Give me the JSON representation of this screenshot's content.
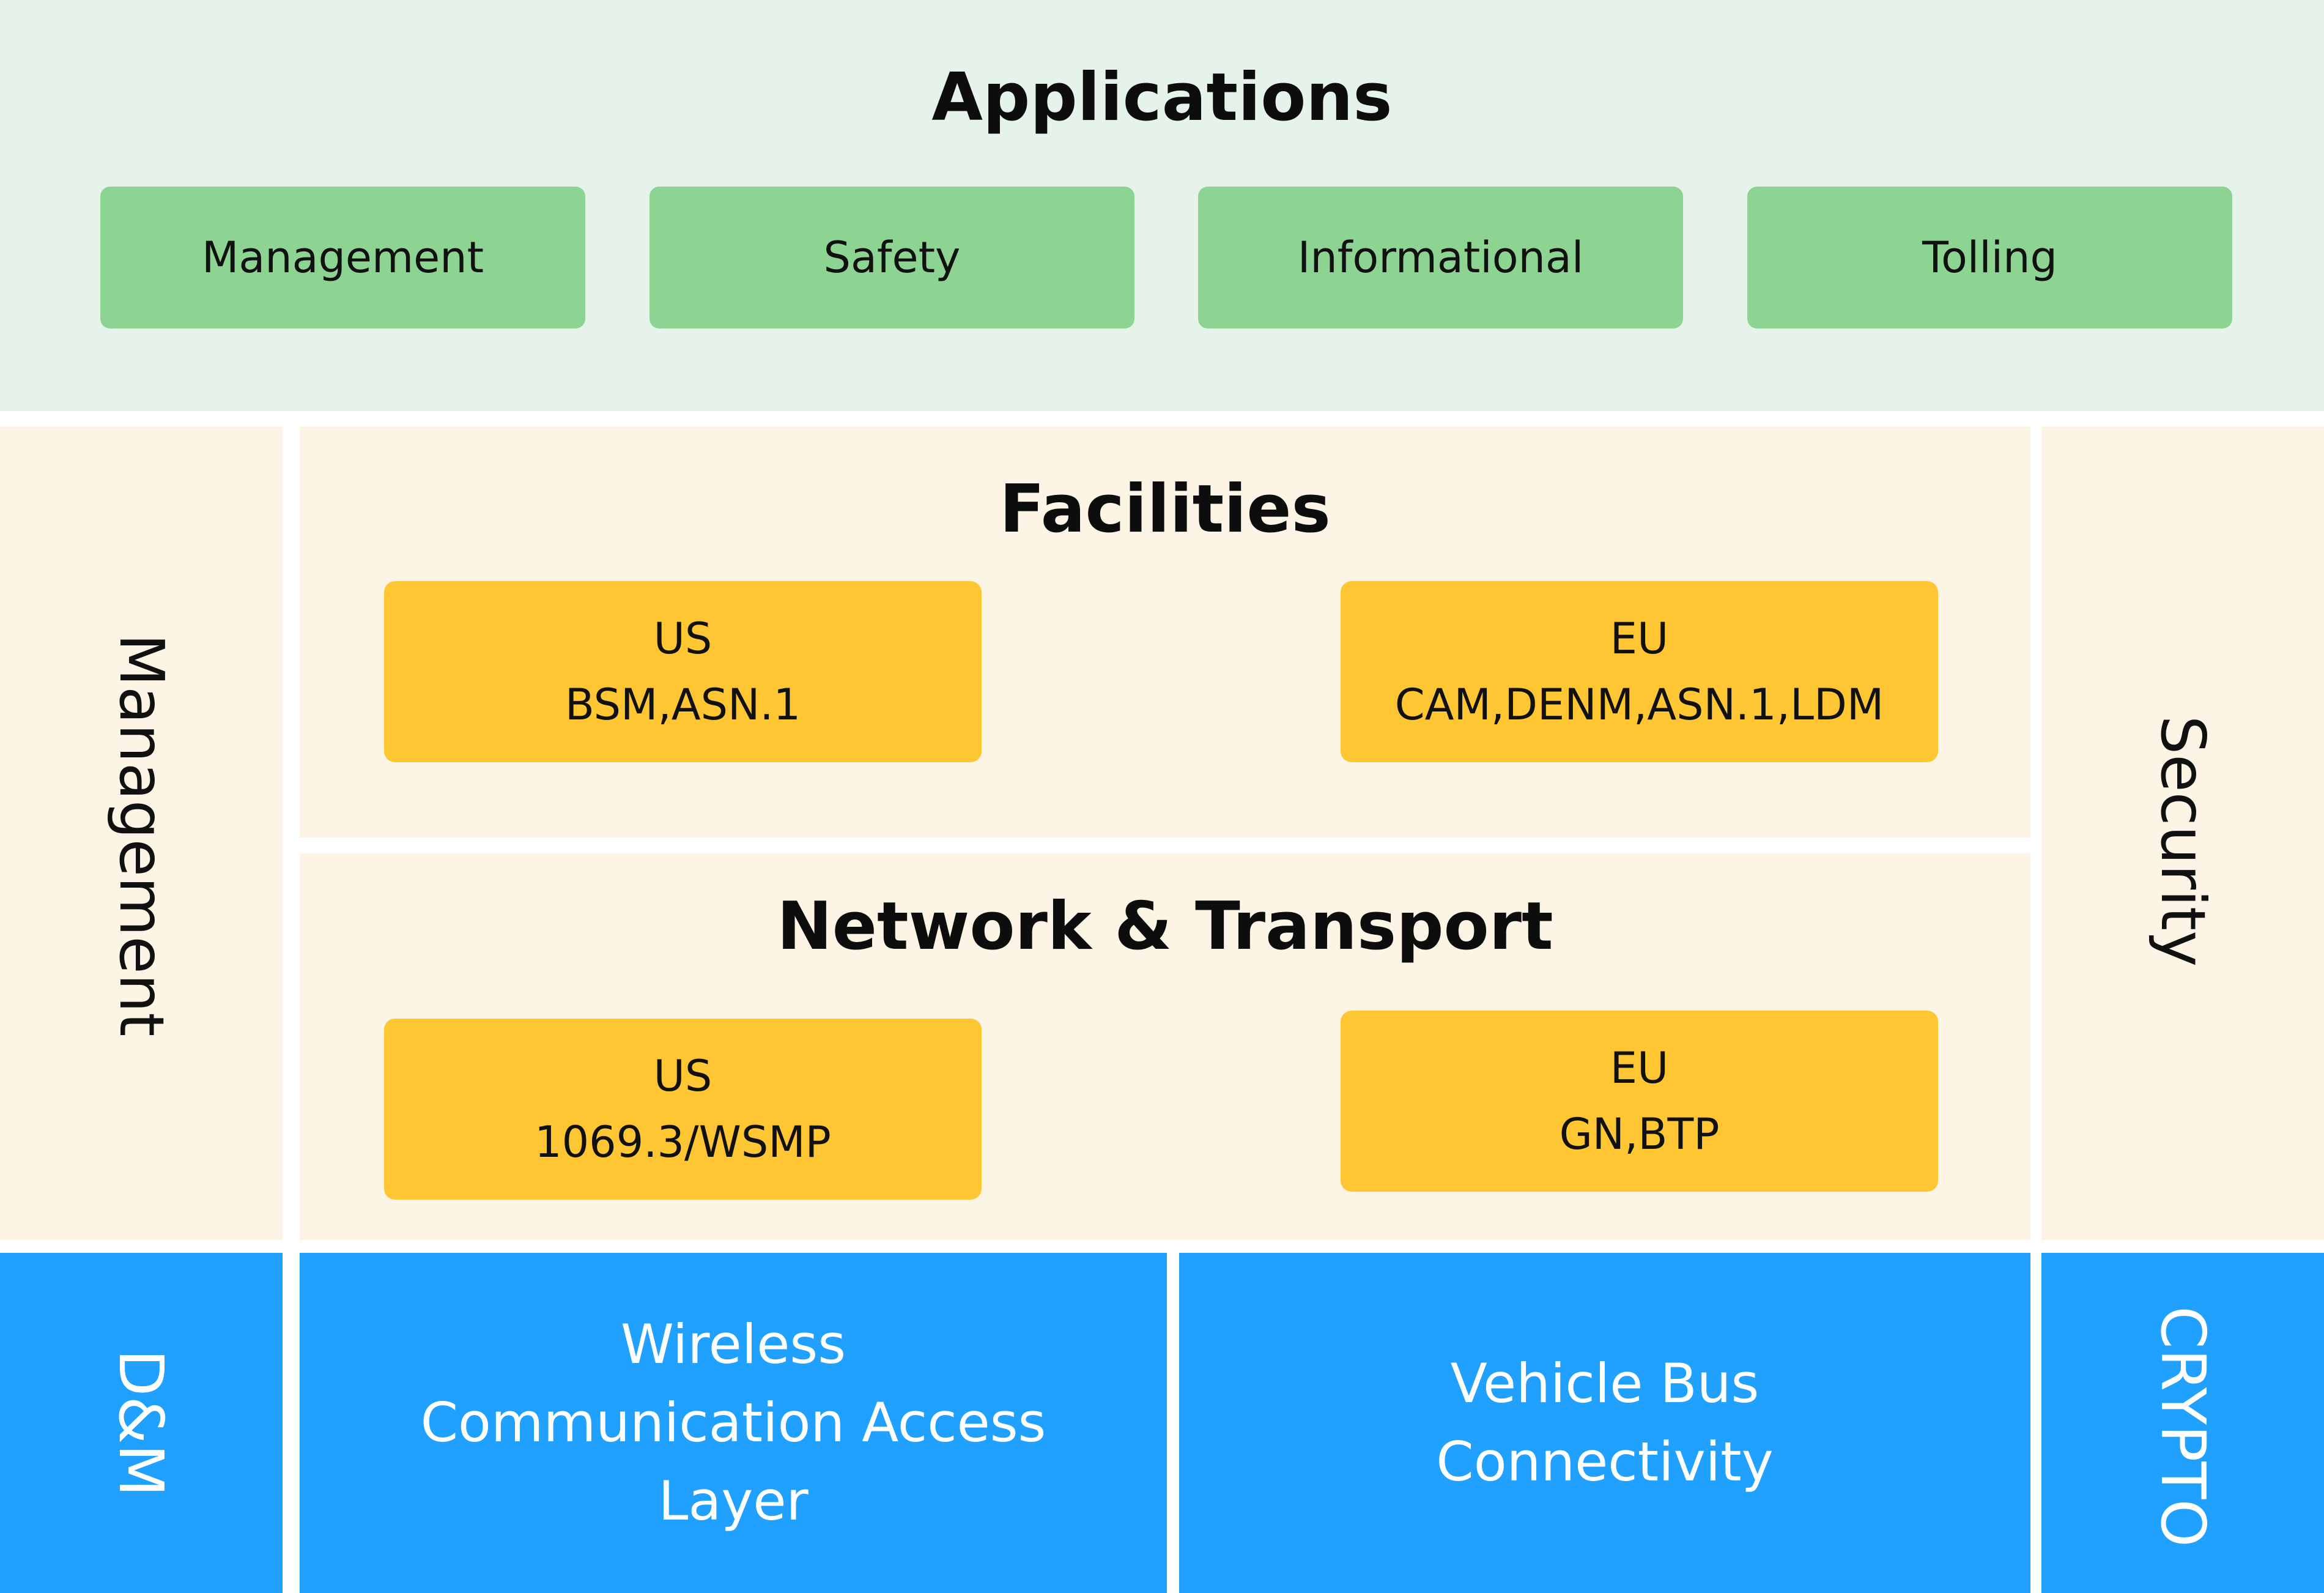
{
  "applications": {
    "title": "Applications",
    "items": [
      {
        "label": "Management"
      },
      {
        "label": "Safety"
      },
      {
        "label": "Informational"
      },
      {
        "label": "Tolling"
      }
    ]
  },
  "management_side": {
    "label": "Management"
  },
  "security_side": {
    "label": "Security"
  },
  "facilities": {
    "title": "Facilities",
    "us": {
      "region": "US",
      "detail": "BSM,ASN.1"
    },
    "eu": {
      "region": "EU",
      "detail": "CAM,DENM,ASN.1,LDM"
    }
  },
  "network": {
    "title": "Network & Transport",
    "us": {
      "region": "US",
      "detail": "1069.3/WSMP"
    },
    "eu": {
      "region": "EU",
      "detail": "GN,BTP"
    }
  },
  "bottom": {
    "dm": "D&M",
    "wireless": {
      "line1": "Wireless",
      "line2": "Communication Access",
      "line3": "Layer"
    },
    "vehicle": {
      "line1": "Vehicle Bus",
      "line2": "Connectivity"
    },
    "crypto": "CRYPTO"
  },
  "colors": {
    "applications_bg": "#e6f3ea",
    "app_button": "#8dd493",
    "middle_bg": "#fcf4e4",
    "yellow_box": "#fdc632",
    "blue_bar": "#20a0ff"
  }
}
